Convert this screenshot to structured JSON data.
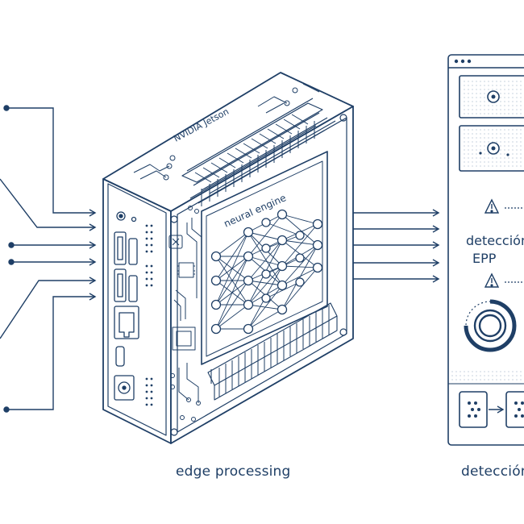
{
  "colors": {
    "stroke": "#1f3f66",
    "stroke_light": "#7d93b0",
    "background": "#ffffff"
  },
  "device": {
    "brand_label": "NVIDIA Jetson",
    "chip_label": "neural engine"
  },
  "panel": {
    "label_line1": "detección",
    "label_line2": "EPP",
    "icons": [
      "window-icon",
      "target-icon",
      "warning-icon",
      "ring-gauge-icon",
      "dots-card-icon",
      "arrow-right-icon"
    ]
  },
  "captions": {
    "left": "edge processing",
    "right": "detección"
  }
}
